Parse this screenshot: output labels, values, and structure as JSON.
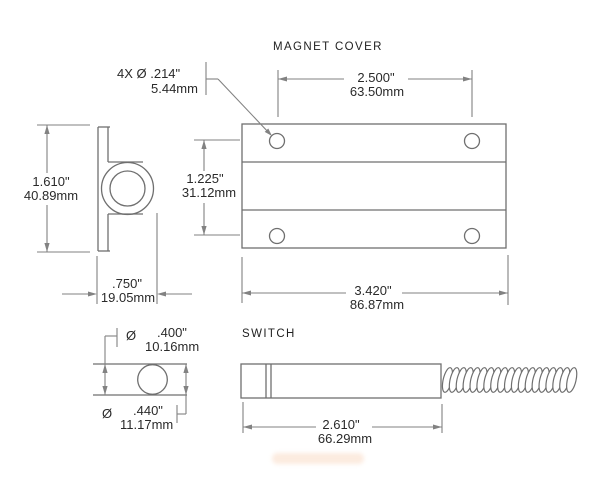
{
  "titles": {
    "magnet_cover": "MAGNET COVER",
    "switch": "SWITCH"
  },
  "dims": {
    "hole_dia": {
      "line1": "4X Ø .214\"",
      "line2": "5.44mm"
    },
    "hole_pitch_x": {
      "in": "2.500\"",
      "mm": "63.50mm"
    },
    "hole_pitch_y": {
      "in": "1.225\"",
      "mm": "31.12mm"
    },
    "cover_height": {
      "in": "1.610\"",
      "mm": "40.89mm"
    },
    "cover_depth": {
      "in": ".750\"",
      "mm": "19.05mm"
    },
    "cover_length": {
      "in": "3.420\"",
      "mm": "86.87mm"
    },
    "switch_dia_small": {
      "sym": "Ø",
      "in": ".400\"",
      "mm": "10.16mm"
    },
    "switch_dia_large": {
      "sym": "Ø",
      "in": ".440\"",
      "mm": "11.17mm"
    },
    "switch_length": {
      "in": "2.610\"",
      "mm": "66.29mm"
    }
  },
  "colors": {
    "object_line": "#6f6f6f",
    "dimension_line": "#828282",
    "text": "#2a2a2a"
  }
}
